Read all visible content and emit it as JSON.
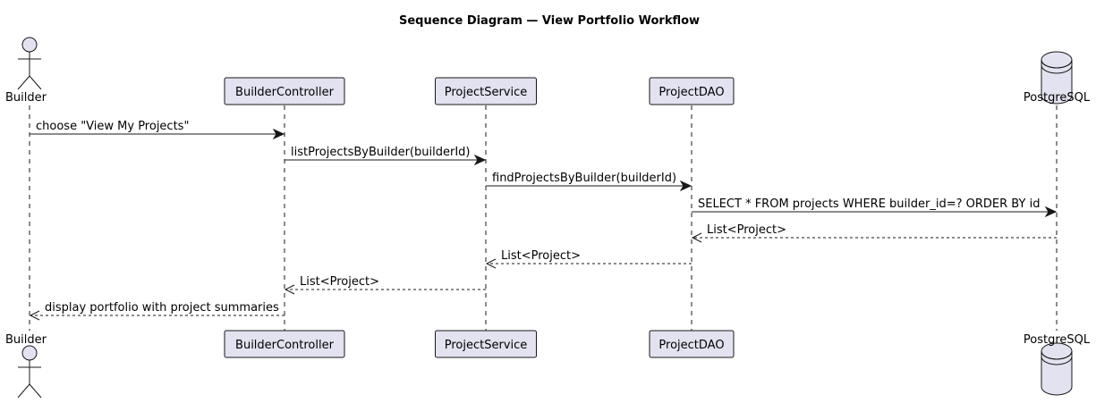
{
  "title": "Sequence Diagram — View Portfolio Workflow",
  "colors": {
    "participant_fill": "#e2e2f0",
    "line": "#181818"
  },
  "participants": [
    {
      "id": "builder",
      "label": "Builder",
      "kind": "actor"
    },
    {
      "id": "controller",
      "label": "BuilderController",
      "kind": "box"
    },
    {
      "id": "service",
      "label": "ProjectService",
      "kind": "box"
    },
    {
      "id": "dao",
      "label": "ProjectDAO",
      "kind": "box"
    },
    {
      "id": "db",
      "label": "PostgreSQL",
      "kind": "database"
    }
  ],
  "messages": [
    {
      "from": "builder",
      "to": "controller",
      "label": "choose \"View My Projects\"",
      "style": "call"
    },
    {
      "from": "controller",
      "to": "service",
      "label": "listProjectsByBuilder(builderId)",
      "style": "call"
    },
    {
      "from": "service",
      "to": "dao",
      "label": "findProjectsByBuilder(builderId)",
      "style": "call"
    },
    {
      "from": "dao",
      "to": "db",
      "label": "SELECT * FROM projects WHERE builder_id=? ORDER BY id",
      "style": "call"
    },
    {
      "from": "db",
      "to": "dao",
      "label": "List<Project>",
      "style": "return"
    },
    {
      "from": "dao",
      "to": "service",
      "label": "List<Project>",
      "style": "return"
    },
    {
      "from": "service",
      "to": "controller",
      "label": "List<Project>",
      "style": "return"
    },
    {
      "from": "controller",
      "to": "builder",
      "label": "display portfolio with project summaries",
      "style": "return"
    }
  ]
}
